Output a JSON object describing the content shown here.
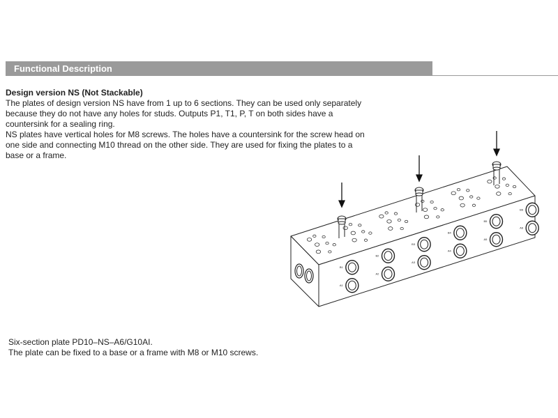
{
  "section": {
    "title": "Functional Description"
  },
  "content": {
    "subheading": "Design version NS (Not Stackable)",
    "paragraph1": "The plates of design version NS have from 1 up to 6 sections. They can be used only separately because they do not have any holes for studs.  Outputs P1, T1, P, T on both sides have a countersink for a sealing ring.",
    "paragraph2": "NS plates have vertical holes for M8 screws. The holes have a countersink for the screw head on one side and connecting M10 thread on the other side. They are used for fixing the plates to a base or a frame."
  },
  "caption": {
    "line1": "Six-section plate PD10–NS–A6/G10AI.",
    "line2": "The plate can be fixed to a base or a frame with M8 or M10 screws."
  },
  "figure": {
    "port_labels_b": [
      "B1",
      "B2",
      "B3",
      "B4",
      "B5",
      "B6"
    ],
    "port_labels_a": [
      "A1",
      "A2",
      "A3",
      "A4",
      "A5",
      "A6"
    ]
  }
}
